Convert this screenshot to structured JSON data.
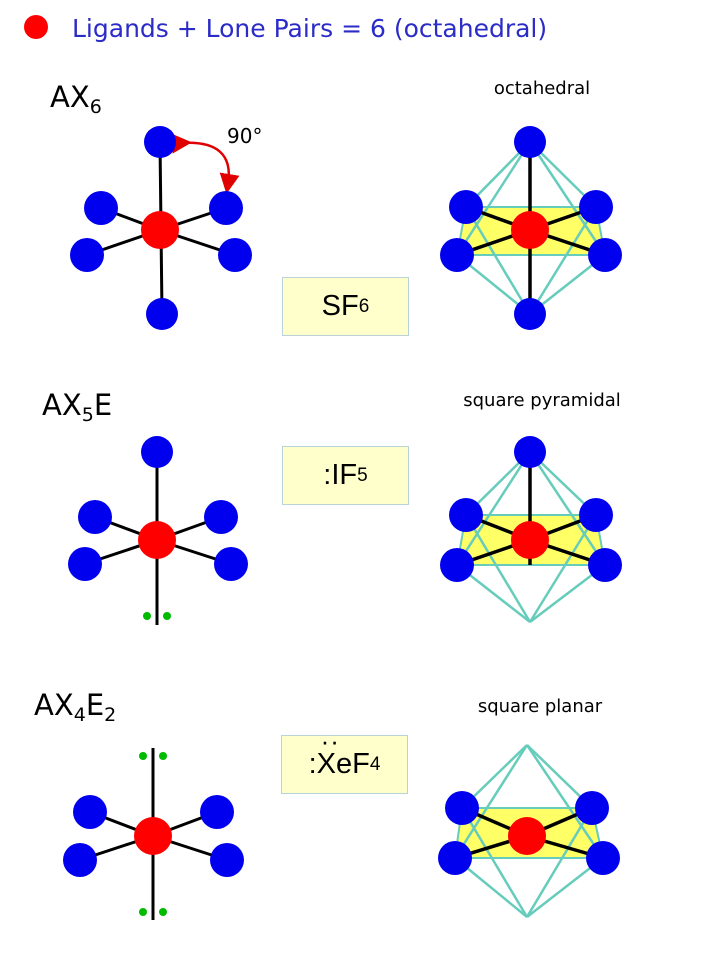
{
  "title": "Ligands + Lone Pairs = 6 (octahedral)",
  "colors": {
    "central_atom": "#ff0000",
    "ligand": "#0000ee",
    "lone_pair": "#00bb00",
    "title": "#2b2bc8",
    "plane": "#ffff66",
    "edges": "#66ccbb",
    "box": "#ffffcc"
  },
  "rows": [
    {
      "ax_base": "AX",
      "ax_sub1": "6",
      "ax_e": "",
      "ax_sub2": "",
      "formula_prefix": "",
      "formula_element": "SF",
      "formula_sub": "6",
      "shape": "octahedral",
      "angle_label": "90°"
    },
    {
      "ax_base": "AX",
      "ax_sub1": "5",
      "ax_e": "E",
      "ax_sub2": "",
      "formula_prefix": ":",
      "formula_element": "IF",
      "formula_sub": "5",
      "shape": "square pyramidal"
    },
    {
      "ax_base": "AX",
      "ax_sub1": "4",
      "ax_e": "E",
      "ax_sub2": "2",
      "formula_prefix": ":",
      "formula_element": "XeF",
      "formula_sub": "4",
      "shape": "square planar"
    }
  ]
}
